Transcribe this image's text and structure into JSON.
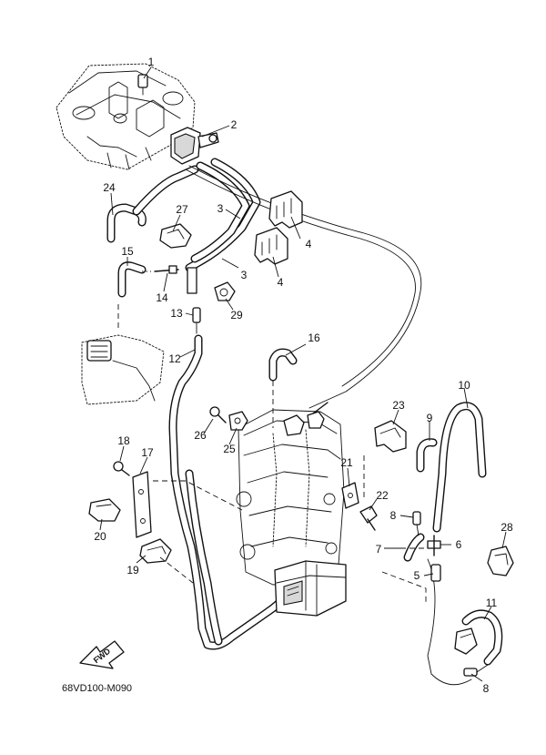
{
  "callouts": [
    {
      "label": "1"
    },
    {
      "label": "2"
    },
    {
      "label": "3"
    },
    {
      "label": "3"
    },
    {
      "label": "4"
    },
    {
      "label": "4"
    },
    {
      "label": "5"
    },
    {
      "label": "6"
    },
    {
      "label": "7"
    },
    {
      "label": "8"
    },
    {
      "label": "8"
    },
    {
      "label": "9"
    },
    {
      "label": "10"
    },
    {
      "label": "11"
    },
    {
      "label": "12"
    },
    {
      "label": "13"
    },
    {
      "label": "14"
    },
    {
      "label": "15"
    },
    {
      "label": "16"
    },
    {
      "label": "17"
    },
    {
      "label": "18"
    },
    {
      "label": "19"
    },
    {
      "label": "20"
    },
    {
      "label": "21"
    },
    {
      "label": "22"
    },
    {
      "label": "23"
    },
    {
      "label": "24"
    },
    {
      "label": "25"
    },
    {
      "label": "26"
    },
    {
      "label": "27"
    },
    {
      "label": "28"
    },
    {
      "label": "29"
    }
  ],
  "fwd_label": "FWD",
  "diagram_code": "68VD100-M090"
}
